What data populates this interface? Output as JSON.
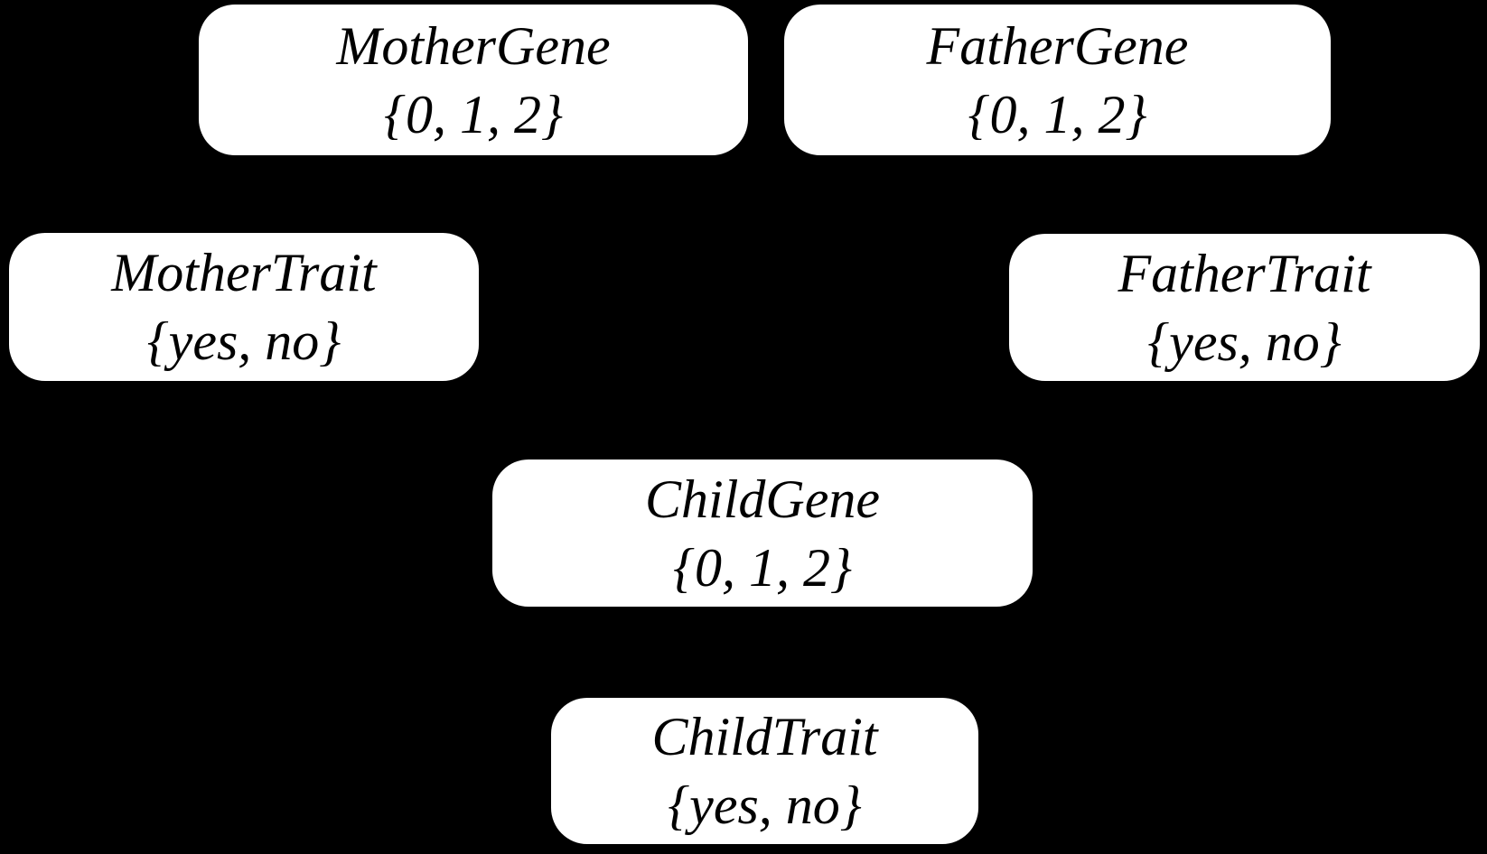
{
  "diagram": {
    "type": "bayesian-network",
    "background_color": "#000000",
    "node_fill_color": "#ffffff",
    "node_text_color": "#000000",
    "nodes": [
      {
        "id": "mother-gene",
        "name": "MotherGene",
        "values": "{0, 1, 2}"
      },
      {
        "id": "father-gene",
        "name": "FatherGene",
        "values": "{0, 1, 2}"
      },
      {
        "id": "mother-trait",
        "name": "MotherTrait",
        "values": "{yes, no}"
      },
      {
        "id": "father-trait",
        "name": "FatherTrait",
        "values": "{yes, no}"
      },
      {
        "id": "child-gene",
        "name": "ChildGene",
        "values": "{0, 1, 2}"
      },
      {
        "id": "child-trait",
        "name": "ChildTrait",
        "values": "{yes, no}"
      }
    ]
  }
}
